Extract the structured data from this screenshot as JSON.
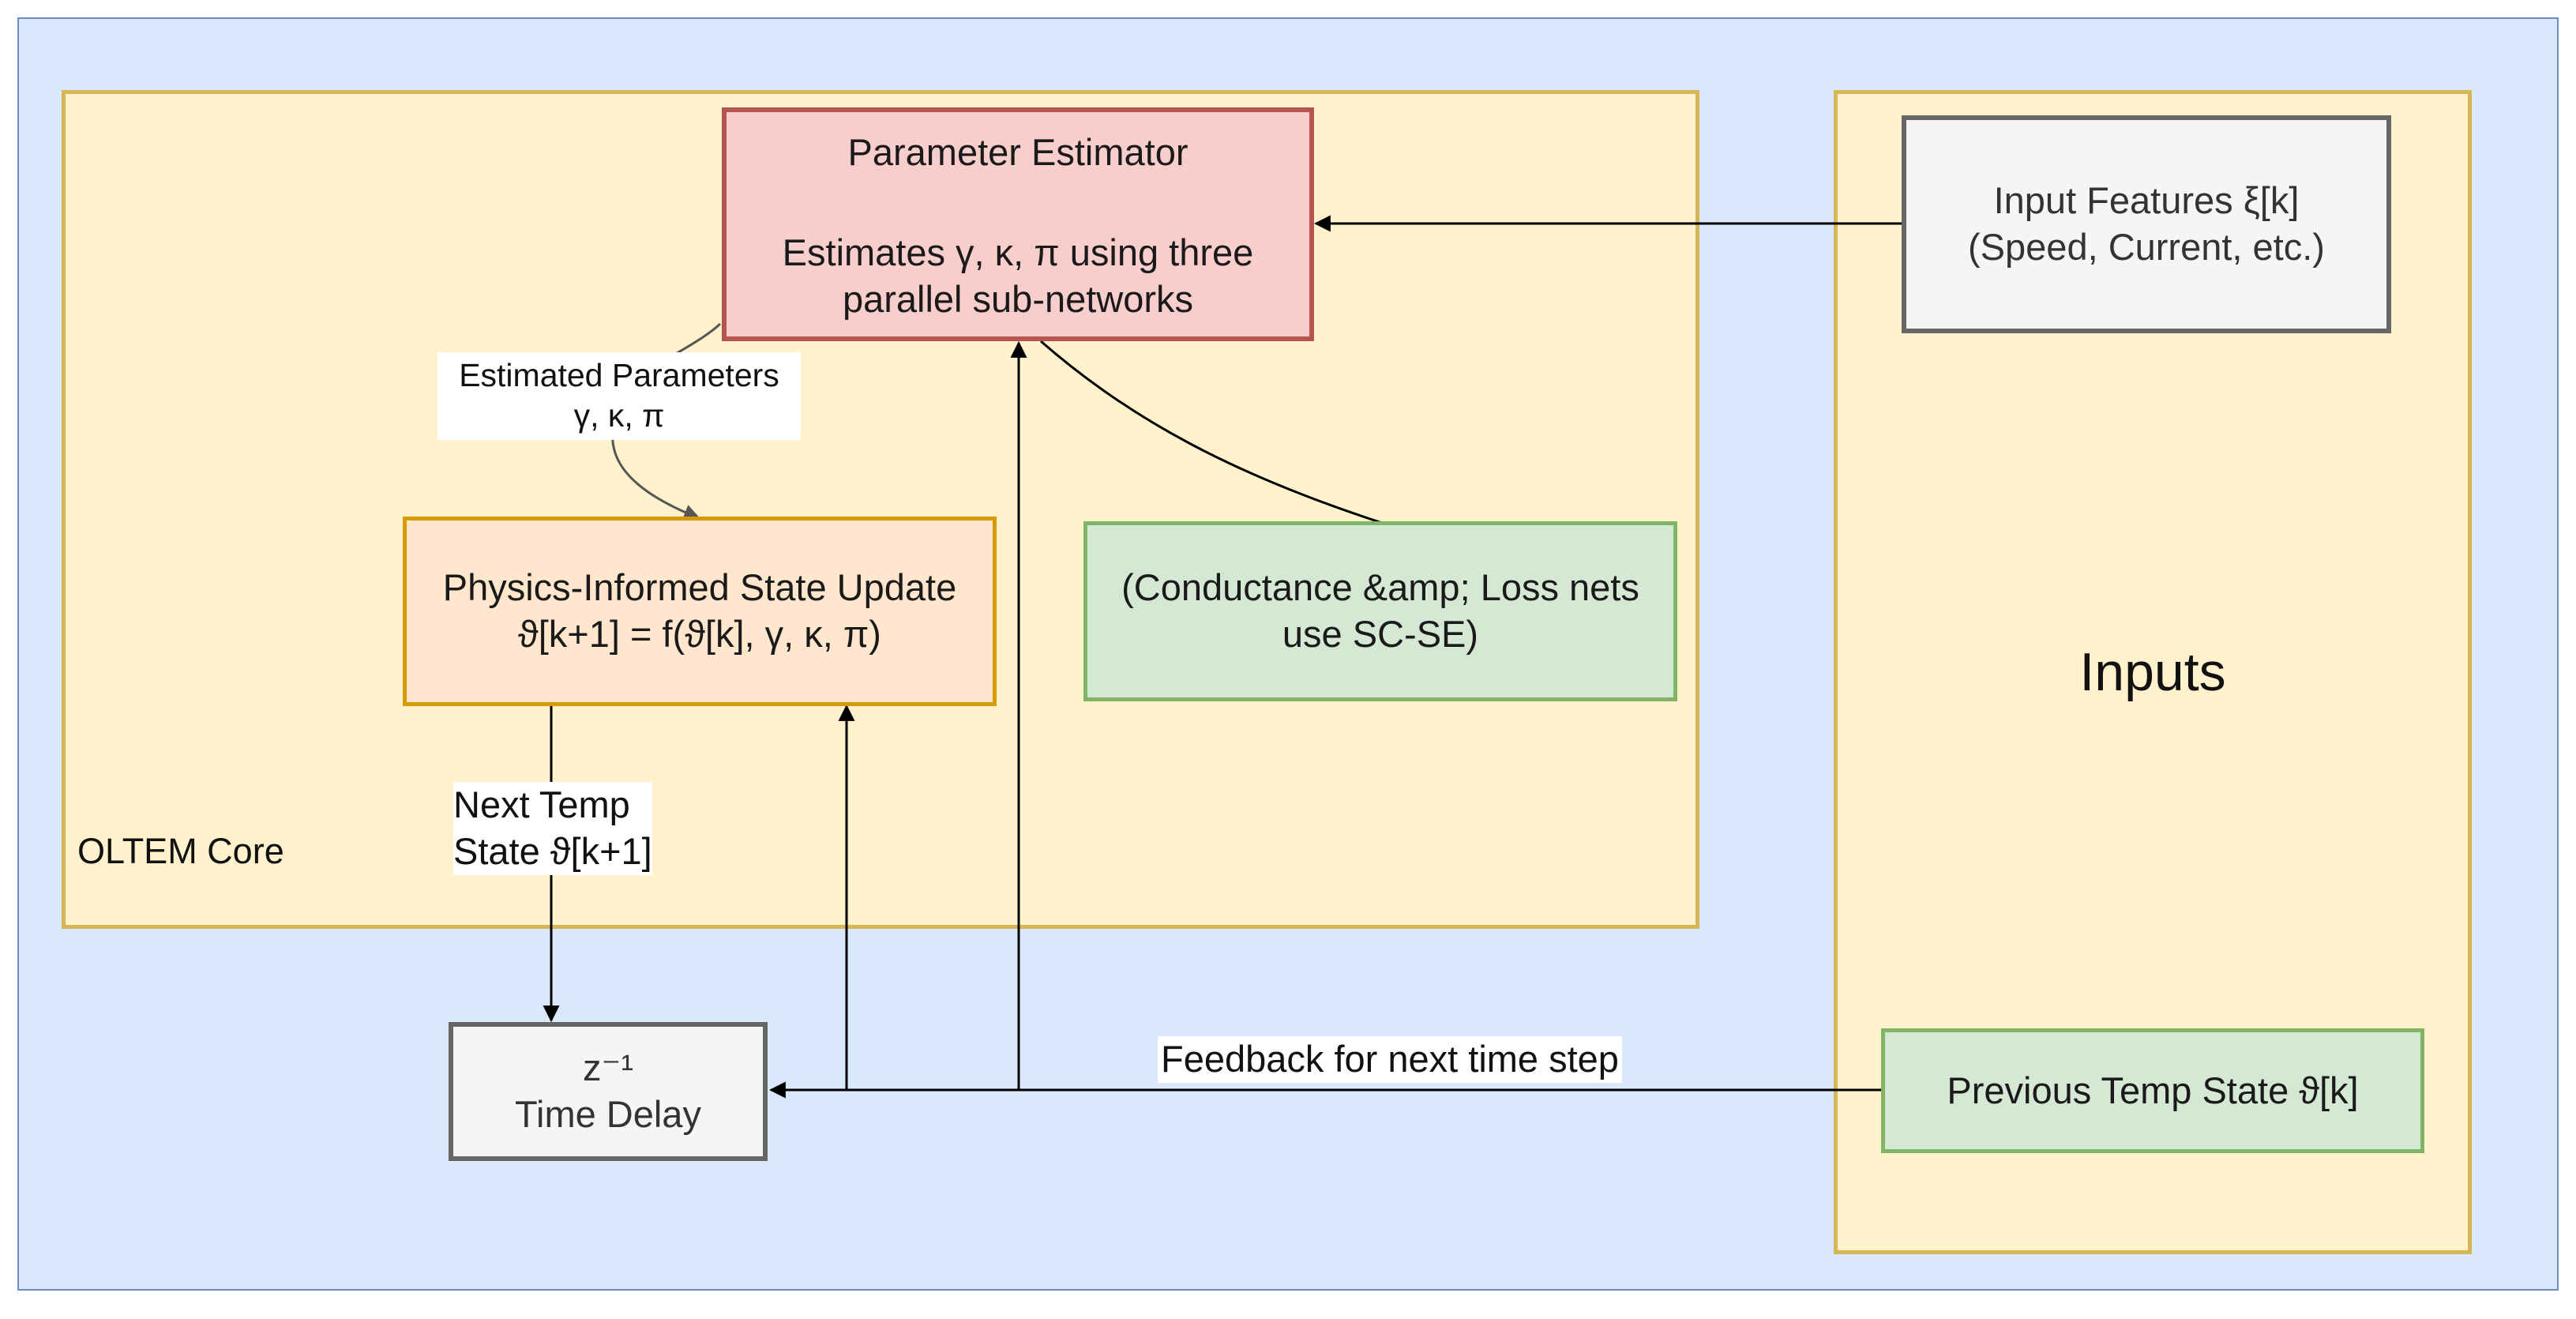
{
  "containers": {
    "core_label": "OLTEM Core",
    "inputs_label": "Inputs"
  },
  "nodes": {
    "parameter_estimator": {
      "title": "Parameter Estimator",
      "line1": "Estimates γ, κ, π using three",
      "line2": "parallel sub-networks"
    },
    "state_update": {
      "line1": "Physics-Informed State Update",
      "line2": "ϑ[k+1] = f(ϑ[k], γ, κ, π)"
    },
    "conductance_note": {
      "line1": "(Conductance &amp; Loss nets",
      "line2": "use SC-SE)"
    },
    "input_features": {
      "line1": "Input Features ξ[k]",
      "line2": "(Speed, Current, etc.)"
    },
    "time_delay": {
      "line1": "z⁻¹",
      "line2": "Time Delay"
    },
    "previous_temp": {
      "label": "Previous Temp State ϑ[k]"
    }
  },
  "edge_labels": {
    "estimated_parameters": {
      "line1": "Estimated Parameters",
      "line2": "γ, κ, π"
    },
    "next_temp": {
      "line1": "Next Temp",
      "line2": "State ϑ[k+1]"
    },
    "feedback": "Feedback for next time step"
  },
  "colors": {
    "background": "#dae8fc",
    "container_fill": "#fff2cc",
    "container_stroke": "#d6b656",
    "estimator_fill": "#f8cecc",
    "estimator_stroke": "#b85450",
    "update_fill": "#ffe6cc",
    "update_stroke": "#d79b00",
    "note_fill": "#d5e8d4",
    "note_stroke": "#82b366",
    "gray_fill": "#f5f5f5",
    "gray_stroke": "#666666"
  }
}
